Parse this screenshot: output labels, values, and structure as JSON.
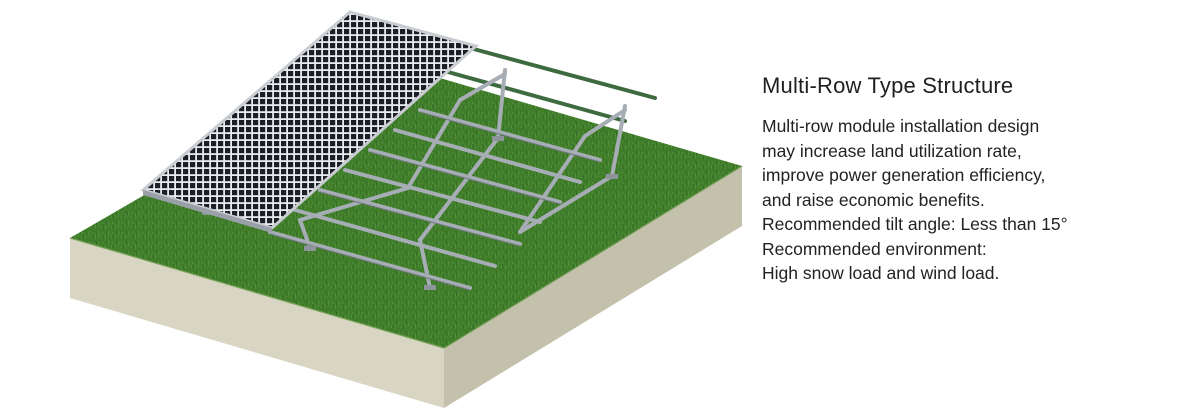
{
  "figure": {
    "subject": "ground-mounted solar panel array on steel support frame over grass block",
    "colors": {
      "grass": "#3d7a2a",
      "grass_dark": "#2a5a1c",
      "soil_front": "#d6d3c0",
      "soil_side": "#c4c1ad",
      "panel": "#1b1d22",
      "panel_frame": "#c9cdd2",
      "steel": "#a9afb6",
      "steel_dark": "#6f757c",
      "rail": "#3d6b3e"
    }
  },
  "info": {
    "title": "Multi-Row Type Structure",
    "lines": [
      "Multi-row module installation design",
      "may increase land utilization rate,",
      "improve power generation efficiency,",
      "and raise economic benefits.",
      "Recommended tilt angle: Less than 15°",
      "Recommended environment:",
      "High snow load and wind load."
    ]
  }
}
